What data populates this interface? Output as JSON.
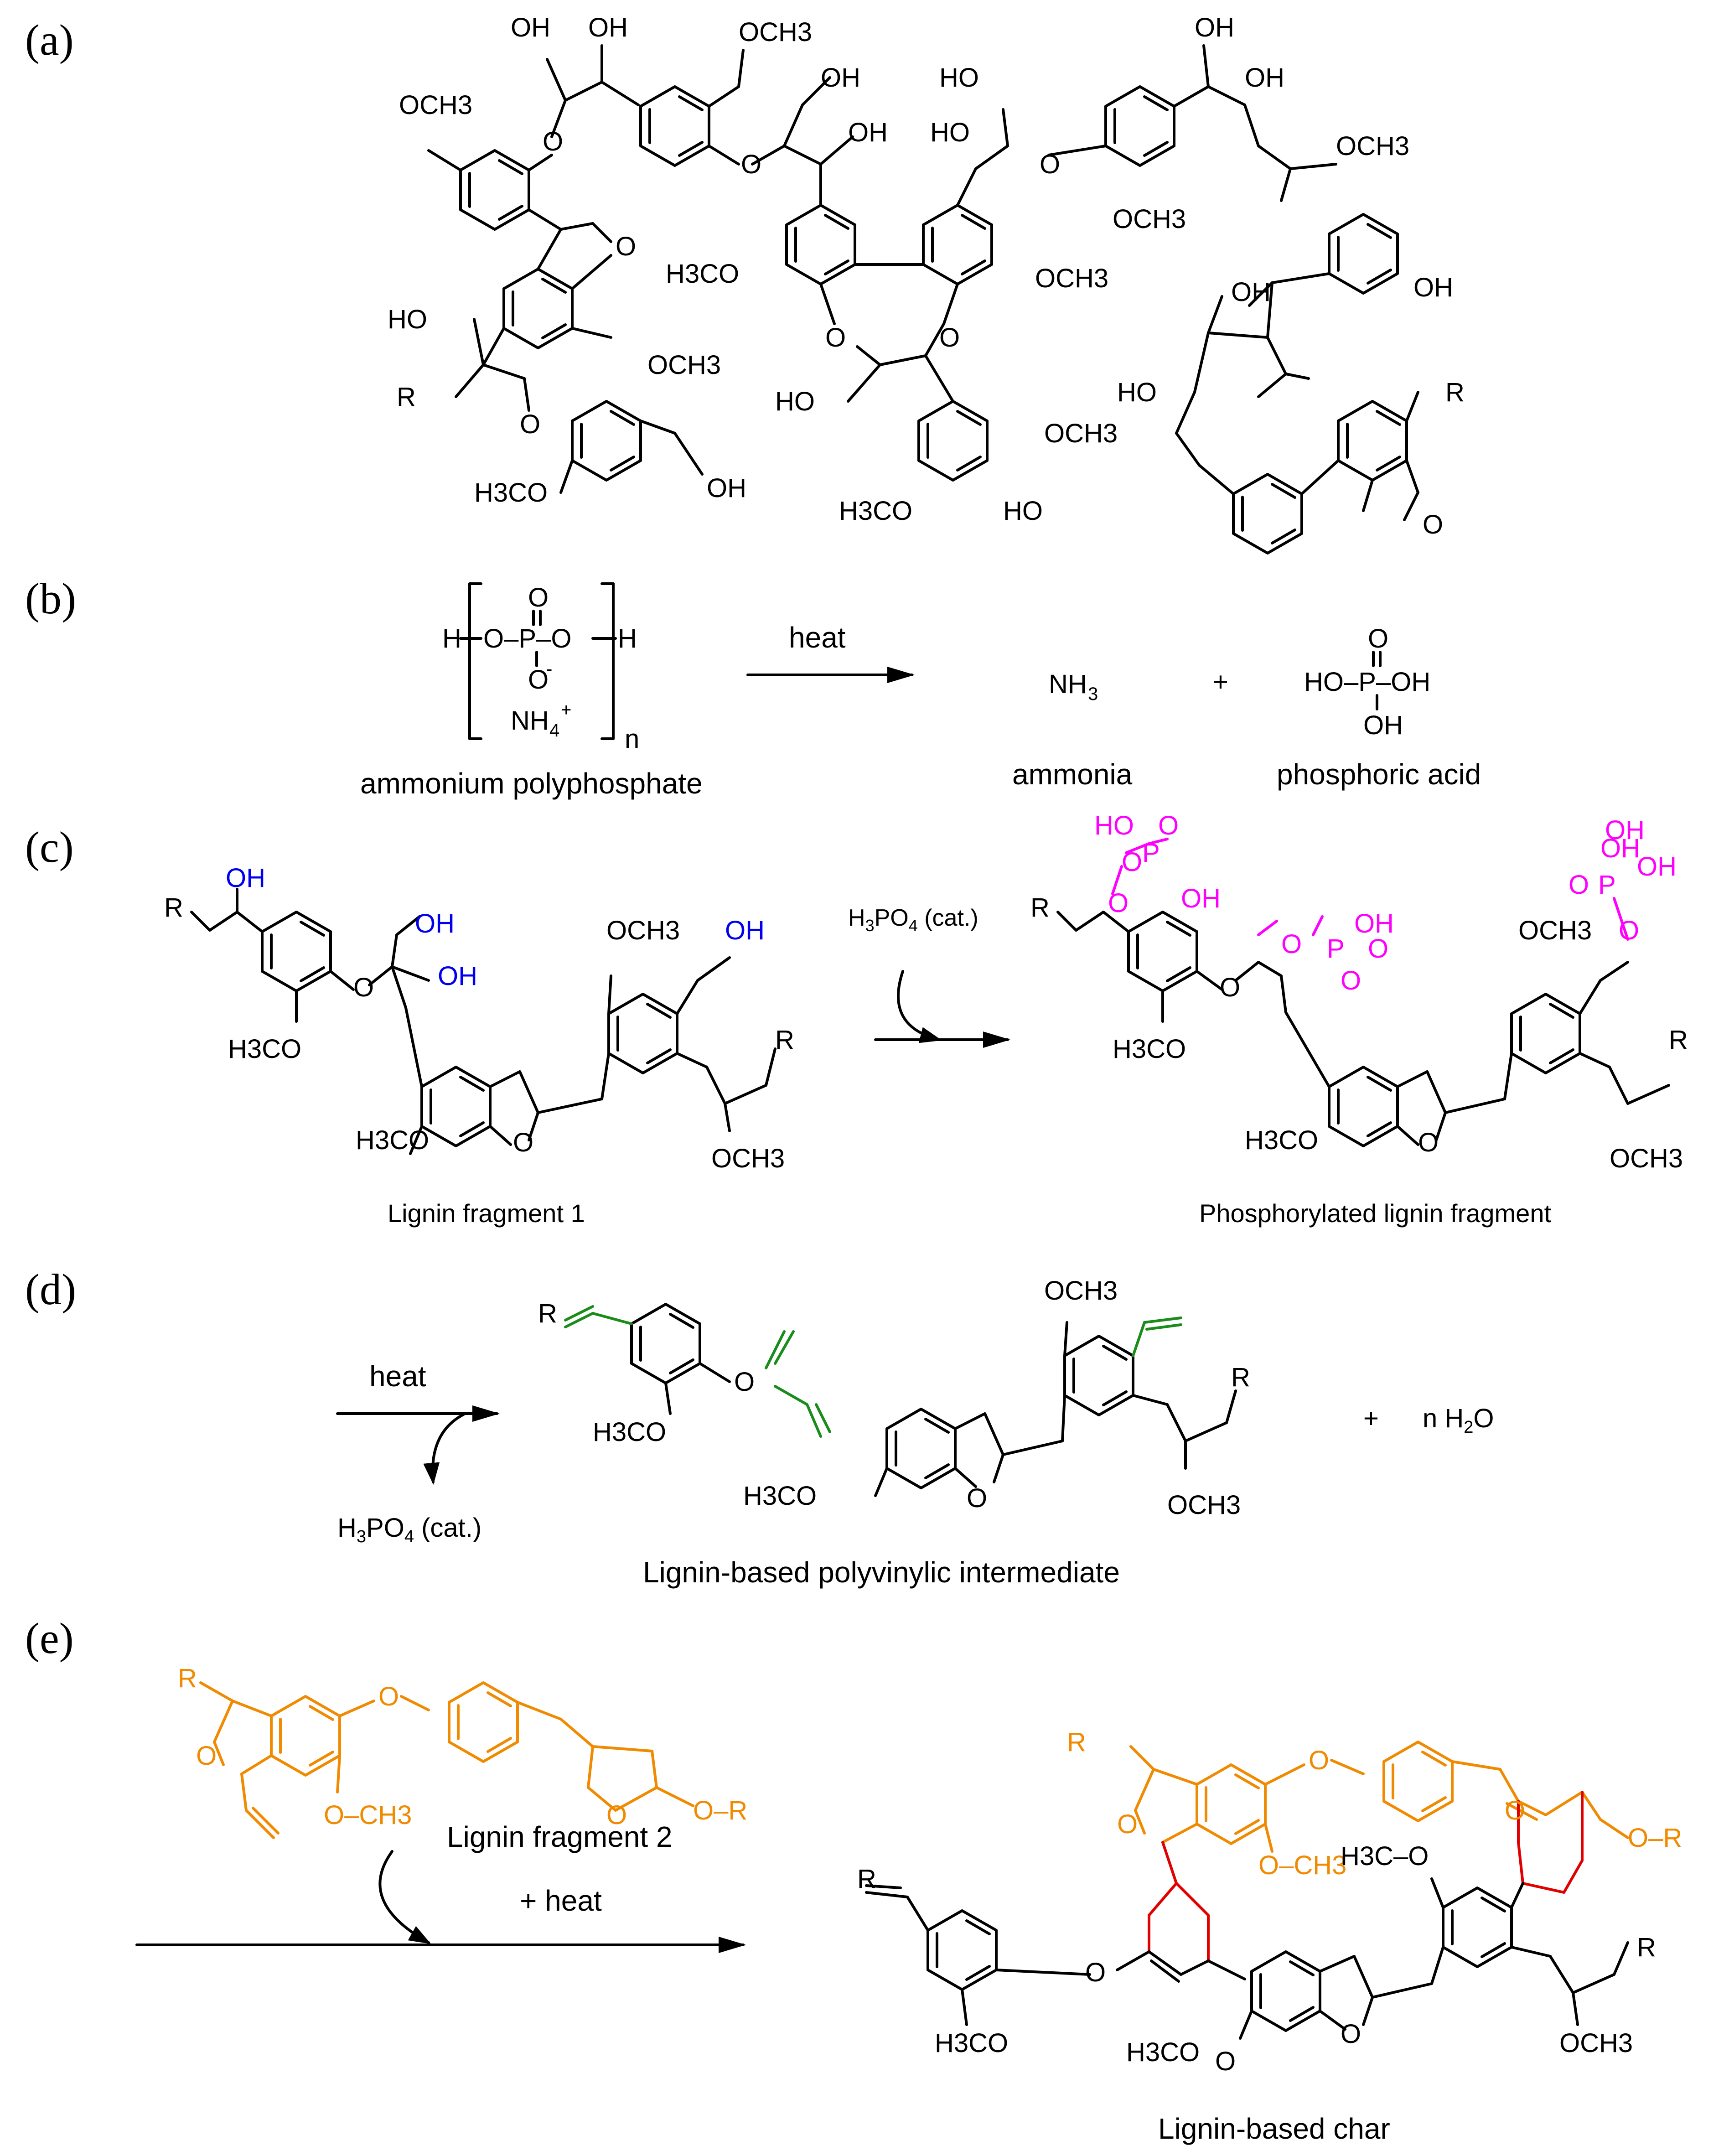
{
  "panels": [
    {
      "label": "(a)"
    },
    {
      "label": "(b)"
    },
    {
      "label": "(c)"
    },
    {
      "label": "(d)"
    },
    {
      "label": "(e)"
    }
  ],
  "colors": {
    "default": "#000000",
    "hydroxyl_highlight": "#0000ee",
    "phosphate_highlight": "#ff00ff",
    "vinyl_highlight": "#1a8c1a",
    "fragment2": "#f08a00",
    "new_bonds": "#e00000"
  },
  "panel_a": {
    "groups": [
      "OH",
      "OH",
      "OCH3",
      "OH",
      "OH",
      "HO",
      "OH",
      "OH",
      "HO",
      "OCH3",
      "OCH3",
      "OCH3",
      "H3CO",
      "OCH3",
      "HO",
      "OCH3",
      "HO",
      "OH",
      "HO",
      "OCH3",
      "H3CO",
      "OH",
      "R",
      "R",
      "HO",
      "H3CO",
      "OH",
      "O",
      "O",
      "O",
      "O",
      "O",
      "O",
      "O",
      "O"
    ]
  },
  "panel_b": {
    "reactant": {
      "formula_left": "H",
      "formula_mid": "O–P–O",
      "formula_right": "H",
      "top_O": "O",
      "bottom_O": "O",
      "bottom_charge": "-",
      "counterion": "NH",
      "counterion_sub": "4",
      "counterion_charge": "+",
      "repeat": "n",
      "name": "ammonium polyphosphate"
    },
    "arrow_label": "heat",
    "product1": {
      "formula": "NH",
      "sub": "3",
      "name": "ammonia"
    },
    "plus": "+",
    "product2": {
      "formula": "HO–P–OH",
      "top": "O",
      "bottom": "OH",
      "name": "phosphoric acid"
    }
  },
  "panel_c": {
    "reagent": "H",
    "reagent_sub1": "3",
    "reagent_mid": "PO",
    "reagent_sub2": "4",
    "reagent_tail": " (cat.)",
    "left_name": "Lignin fragment 1",
    "right_name": "Phosphorylated lignin fragment",
    "left_groups": [
      "R",
      "OH",
      "OH",
      "OH",
      "OH",
      "OCH3",
      "H3CO",
      "H3CO",
      "OCH3",
      "R",
      "O",
      "O"
    ],
    "right_groups": [
      "R",
      "HO",
      "O",
      "O",
      "P",
      "OH",
      "OH",
      "O",
      "P",
      "O",
      "O",
      "O",
      "OH",
      "OH",
      "OH",
      "O",
      "P",
      "O",
      "OCH3",
      "H3CO",
      "H3CO",
      "OCH3",
      "R",
      "O",
      "O"
    ]
  },
  "panel_d": {
    "arrow_label": "heat",
    "byproduct": "H",
    "byproduct_sub1": "3",
    "byproduct_mid": "PO",
    "byproduct_sub2": "4",
    "byproduct_tail": " (cat.)",
    "plus": "+",
    "water": "n  H",
    "water_sub": "2",
    "water_tail": "O",
    "name": "Lignin-based polyvinylic intermediate",
    "groups": [
      "R",
      "O",
      "OCH3",
      "H3CO",
      "H3CO",
      "OCH3",
      "R",
      "O"
    ]
  },
  "panel_e": {
    "reagent_name": "Lignin fragment 2",
    "arrow_label": "+ heat",
    "product_name": "Lignin-based char",
    "fragment2_groups": [
      "R",
      "O",
      "O",
      "O",
      "O–R",
      "O–CH3"
    ],
    "product_groups": [
      "R",
      "O",
      "O",
      "O",
      "O–R",
      "O–CH3",
      "H3C–O",
      "R",
      "O",
      "H3CO",
      "H3CO",
      "R",
      "O",
      "OCH3",
      "O"
    ]
  }
}
